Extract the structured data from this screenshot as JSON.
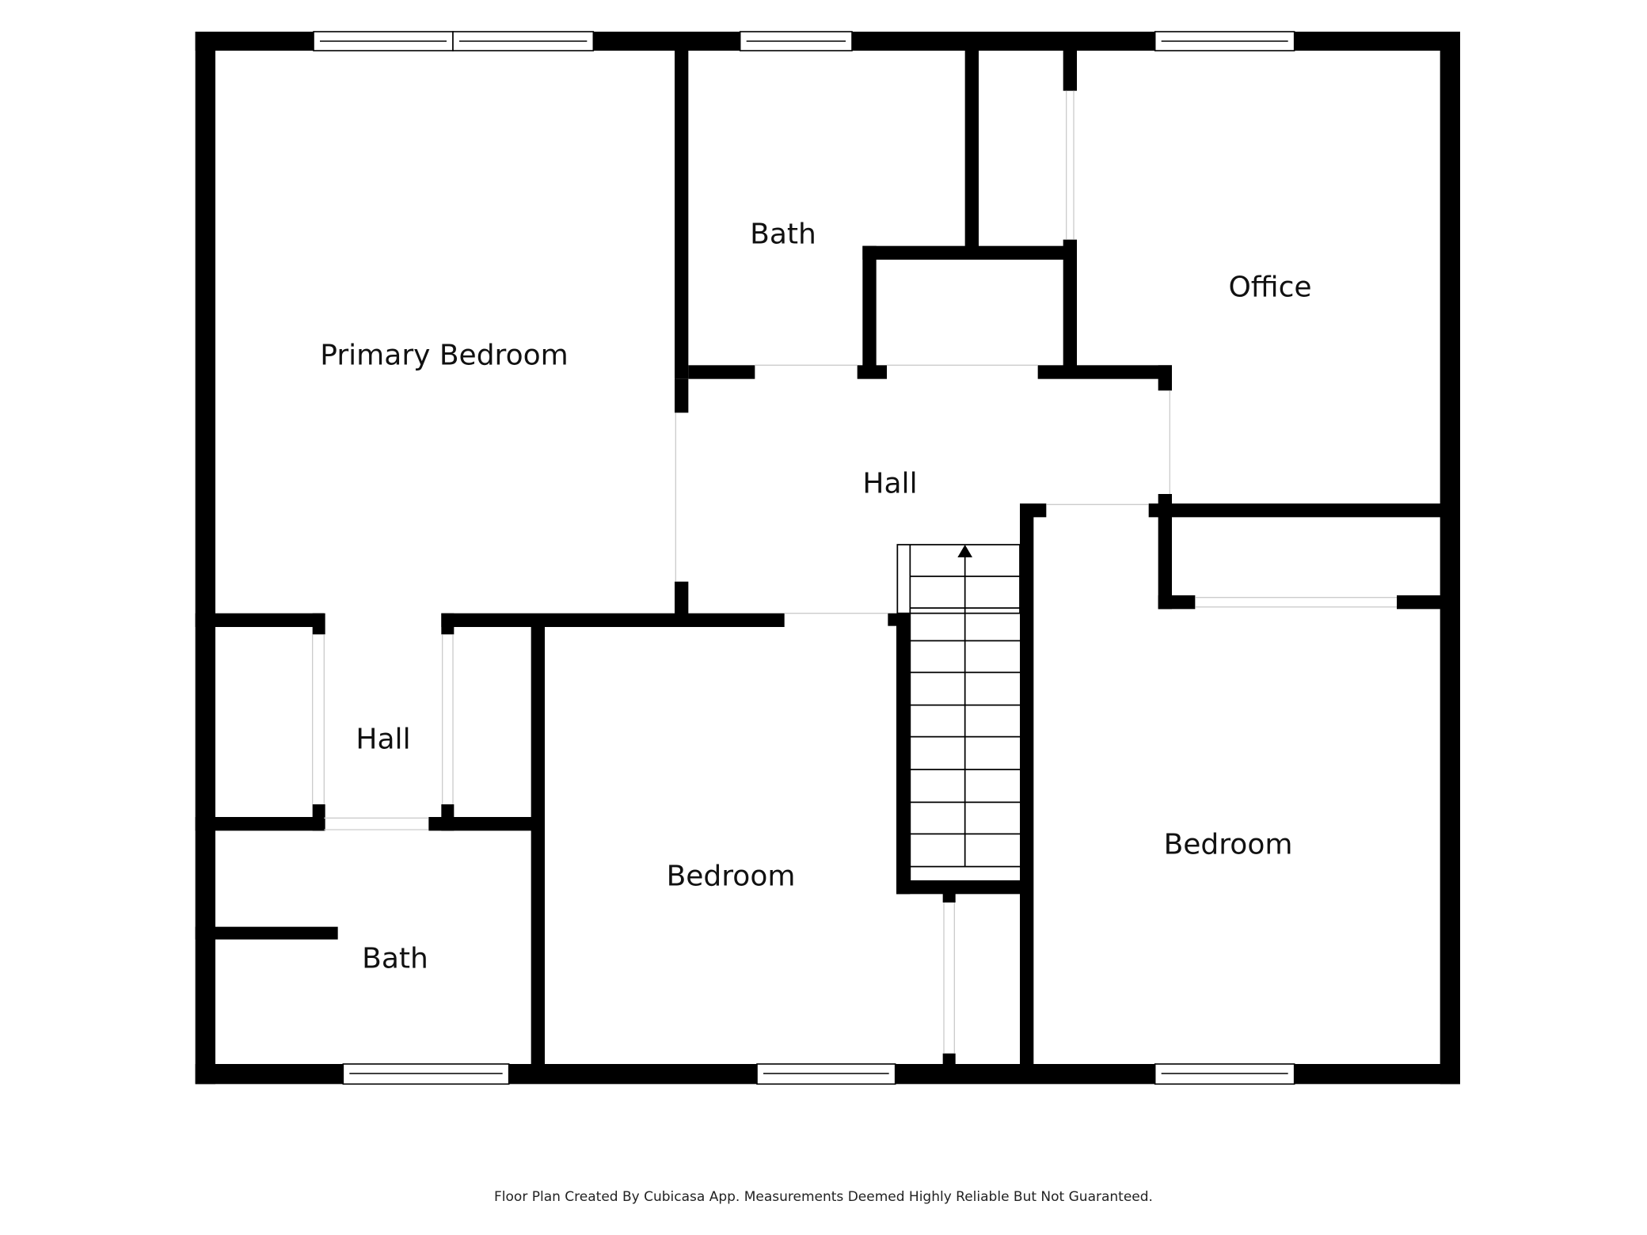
{
  "rooms": {
    "primary_bedroom": "Primary Bedroom",
    "bath_upper": "Bath",
    "office": "Office",
    "hall_center": "Hall",
    "hall_left": "Hall",
    "bath_lower": "Bath",
    "bedroom_center": "Bedroom",
    "bedroom_right": "Bedroom"
  },
  "stairs": {
    "direction": "up",
    "steps": 10
  },
  "footer": "Floor Plan Created By Cubicasa App. Measurements Deemed Highly Reliable But Not Guaranteed.",
  "colors": {
    "wall": "#000000",
    "background": "#ffffff",
    "window_line": "#000000"
  }
}
